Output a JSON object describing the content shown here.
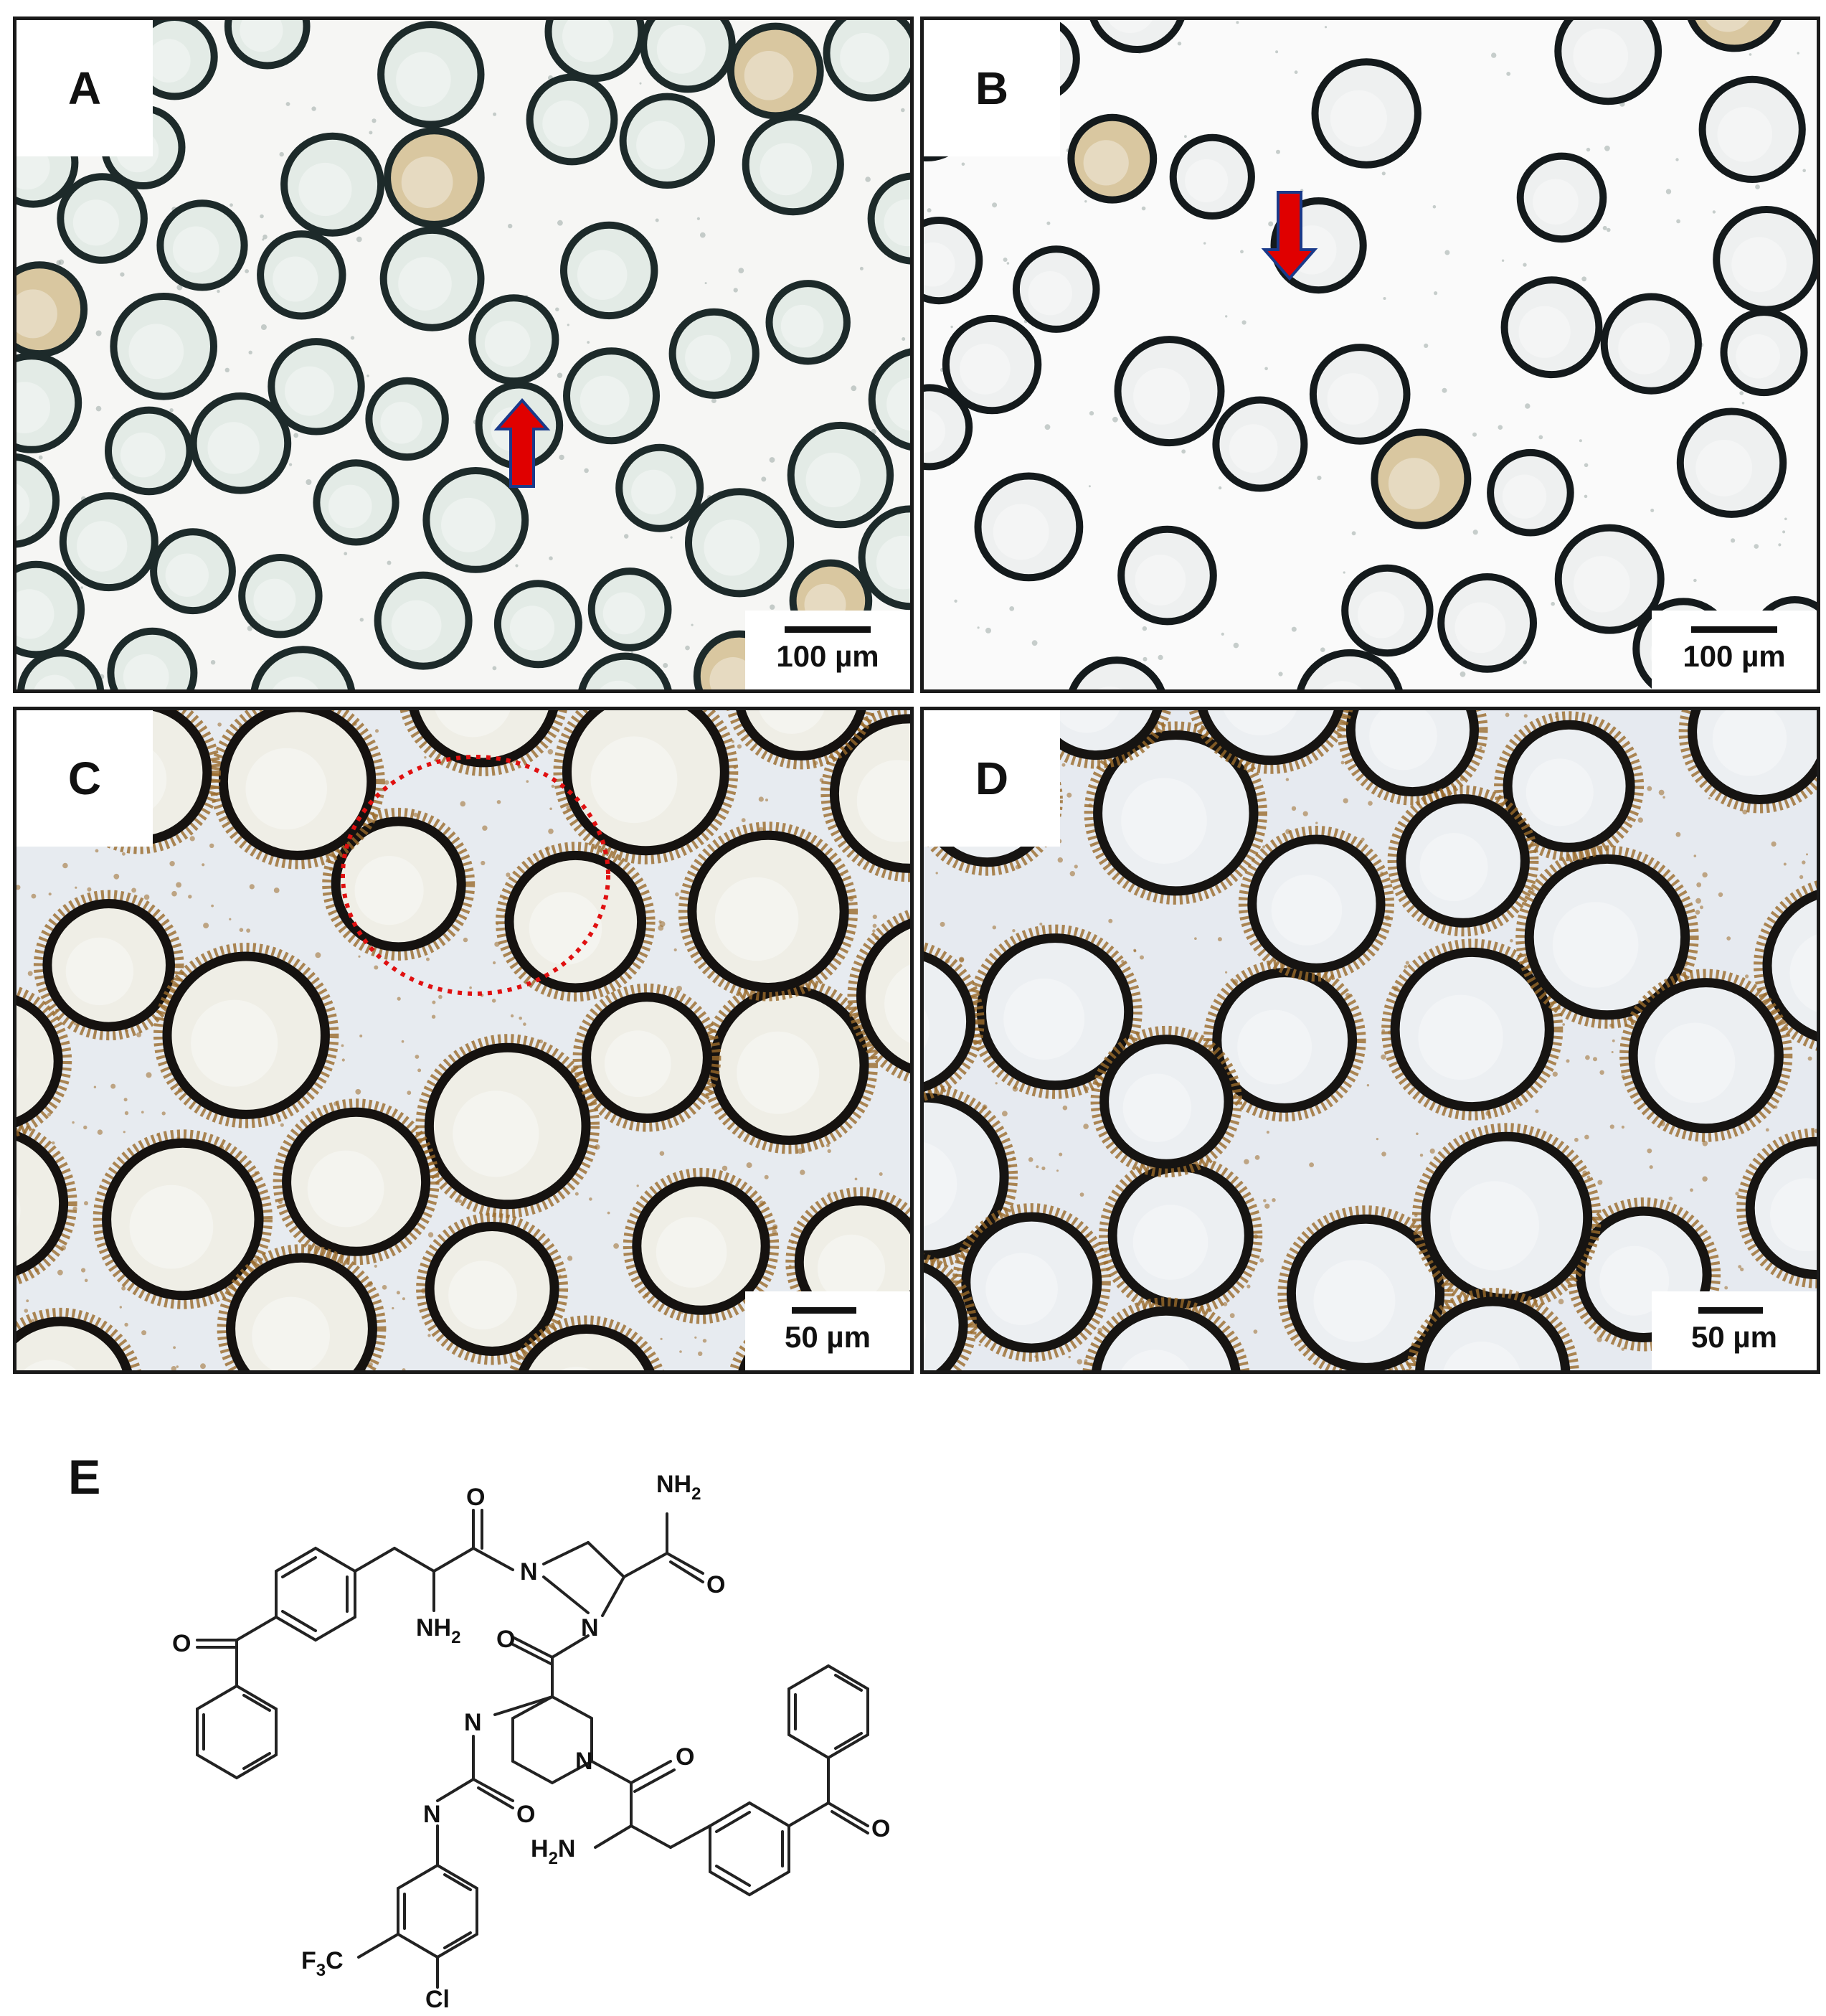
{
  "figure": {
    "panels": [
      {
        "id": "A",
        "label": "A",
        "scale": "100 µm",
        "bg": "#f6f6f4",
        "rim": "#1d2a2a",
        "fill": "#e3ebe6",
        "seed": 11,
        "r": 62,
        "count": 55,
        "coat": false,
        "arrow": "up"
      },
      {
        "id": "B",
        "label": "B",
        "scale": "100 µm",
        "bg": "#fafafa",
        "rim": "#141a1c",
        "fill": "#eef0f0",
        "seed": 29,
        "r": 64,
        "count": 34,
        "coat": false,
        "arrow": "down"
      },
      {
        "id": "C",
        "label": "C",
        "scale": "50 µm",
        "bg": "#e7ebf0",
        "rim": "#151210",
        "fill": "#efeee6",
        "seed": 47,
        "r": 98,
        "count": 30,
        "coat": true,
        "arrow": "none"
      },
      {
        "id": "D",
        "label": "D",
        "scale": "50 µm",
        "bg": "#e6eaf0",
        "rim": "#161412",
        "fill": "#eceff2",
        "seed": 83,
        "r": 100,
        "count": 30,
        "coat": true,
        "arrow": "none"
      }
    ],
    "colors": {
      "arrow_fill": "#e00000",
      "arrow_outline": "#1a3a8a",
      "highlight_circle": "#e01010",
      "coating": "#9a6a2a",
      "bond": "#222222"
    },
    "structure": {
      "label": "E",
      "atoms": {
        "o_top": "O",
        "nh2_top": "NH",
        "nh2_top_sub": "2",
        "n_ring_top": "N",
        "o_amide_right": "O",
        "n_ring_mid": "N",
        "nh2_left": "NH",
        "nh2_left_sub": "2",
        "o_amide_mid": "O",
        "o_ketone_left": "O",
        "n_pip_quat": "N",
        "n_pip": "N",
        "o_pip_amide": "O",
        "n_urea": "N",
        "o_urea": "O",
        "h2n": "H",
        "h2n_sub": "2",
        "h2n_n": "N",
        "o_ketone_right": "O",
        "f3c_f": "F",
        "f3c_sub": "3",
        "f3c_c": "C",
        "cl": "Cl"
      }
    }
  }
}
